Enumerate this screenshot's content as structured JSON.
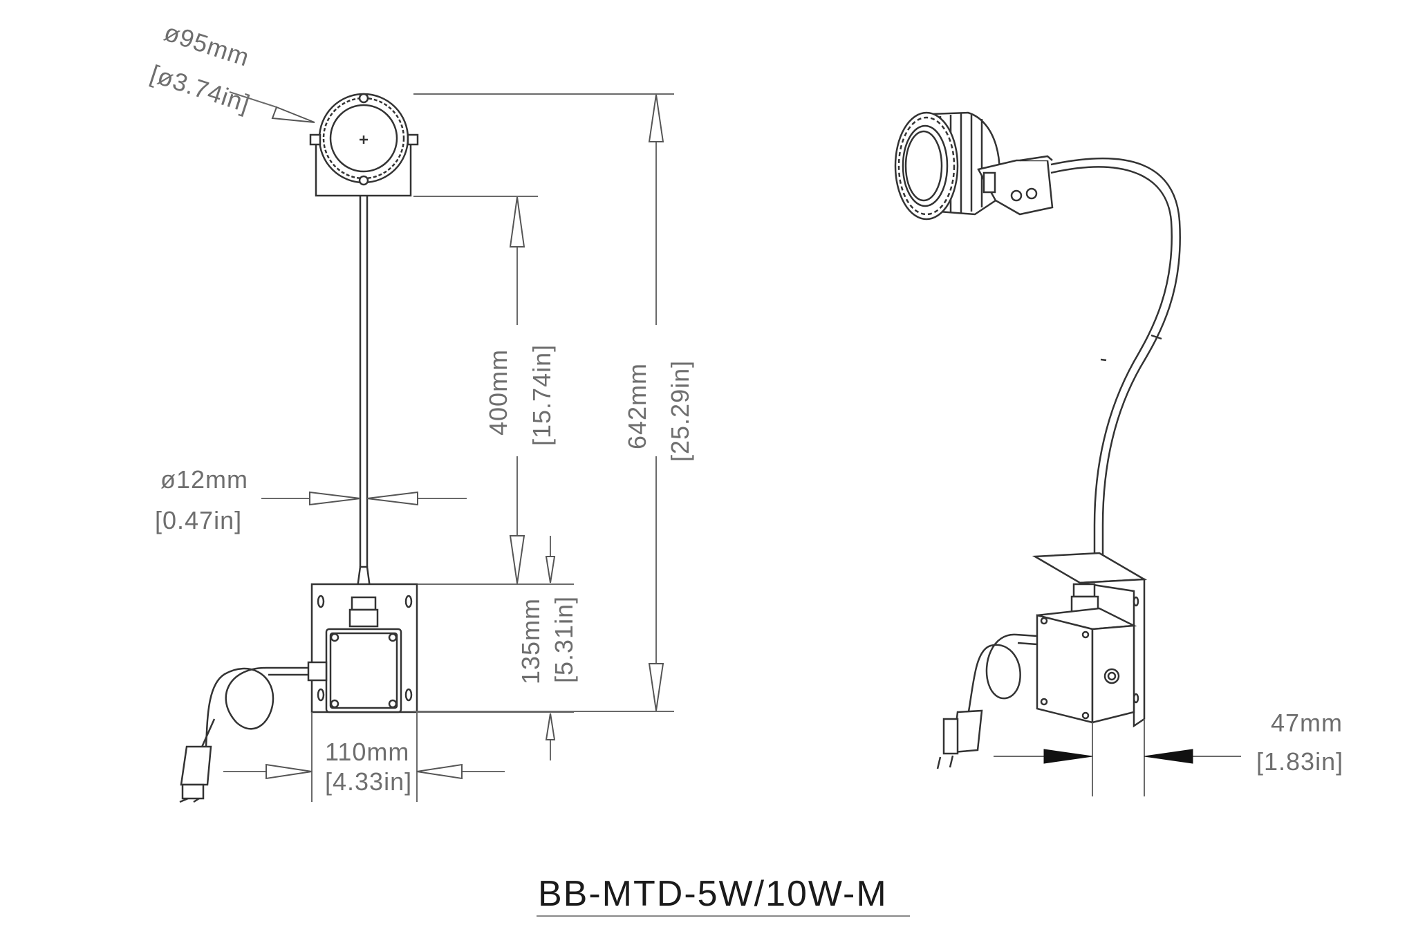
{
  "model_name": "BB-MTD-5W/10W-M",
  "dimensions": {
    "head_diameter": {
      "metric": "ø95mm",
      "imperial": "[ø3.74in]"
    },
    "rod_diameter": {
      "metric": "ø12mm",
      "imperial": "[0.47in]"
    },
    "gooseneck_length": {
      "metric": "400mm",
      "imperial": "[15.74in]"
    },
    "total_height": {
      "metric": "642mm",
      "imperial": "[25.29in]"
    },
    "box_height": {
      "metric": "135mm",
      "imperial": "[5.31in]"
    },
    "box_width": {
      "metric": "110mm",
      "imperial": "[4.33in]"
    },
    "box_depth": {
      "metric": "47mm",
      "imperial": "[1.83in]"
    }
  },
  "colors": {
    "outline": "#333333",
    "dimension_line": "#6a6a6a",
    "dimension_text": "#6e6e6e",
    "title": "#1a1a1a"
  }
}
